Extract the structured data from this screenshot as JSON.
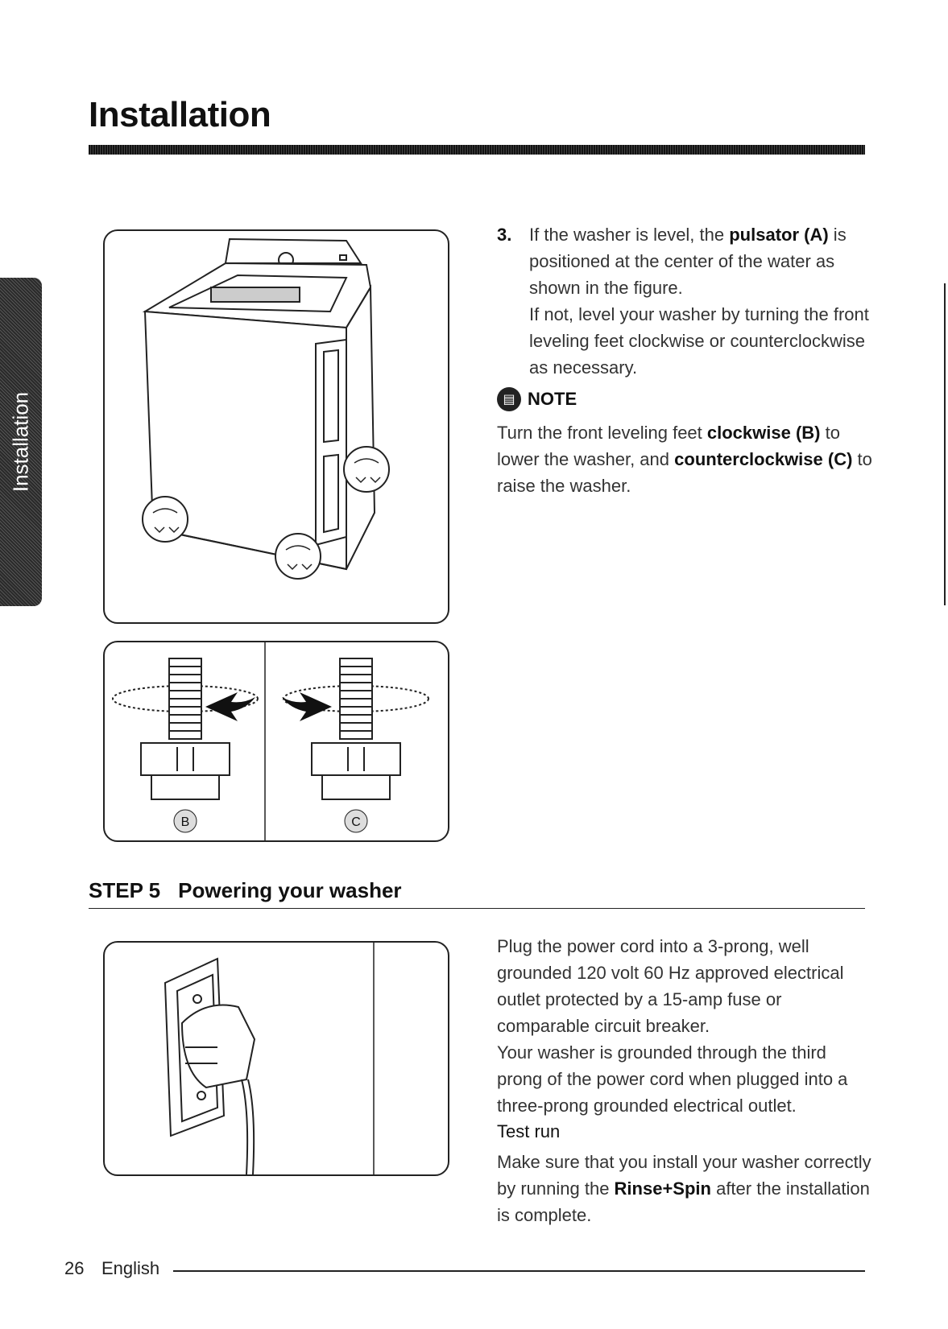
{
  "header": {
    "title": "Installation"
  },
  "side_tab": {
    "label": "Installation"
  },
  "figures": {
    "feet_labels": {
      "left": "B",
      "right": "C"
    }
  },
  "step3": {
    "number": "3.",
    "line1_pre": "If the washer is level, the ",
    "pulsator": "pulsator (A)",
    "line1_post": " is positioned at the center of the water as shown in the figure.",
    "line2": "If not, level your washer by turning the front leveling feet clockwise or counterclockwise as necessary."
  },
  "note": {
    "label": "NOTE",
    "pre": "Turn the front leveling feet ",
    "clockwise": "clockwise (B)",
    "mid": " to lower the washer, and ",
    "counterclockwise": "counterclockwise (C)",
    "post": " to raise the washer."
  },
  "step5": {
    "label": "STEP 5",
    "title": "Powering your washer",
    "power_p1": "Plug the power cord into a 3-prong, well grounded 120 volt 60 Hz approved electrical outlet protected by a 15-amp fuse or comparable circuit breaker.",
    "power_p2": "Your washer is grounded through the third prong of the power cord when plugged into a three-prong grounded electrical outlet.",
    "test_run_heading": "Test run",
    "test_pre": "Make sure that you install your washer correctly by running the ",
    "rinse_spin": "Rinse+Spin",
    "test_post": " after the installation is complete."
  },
  "footer": {
    "page_number": "26",
    "language": "English"
  }
}
